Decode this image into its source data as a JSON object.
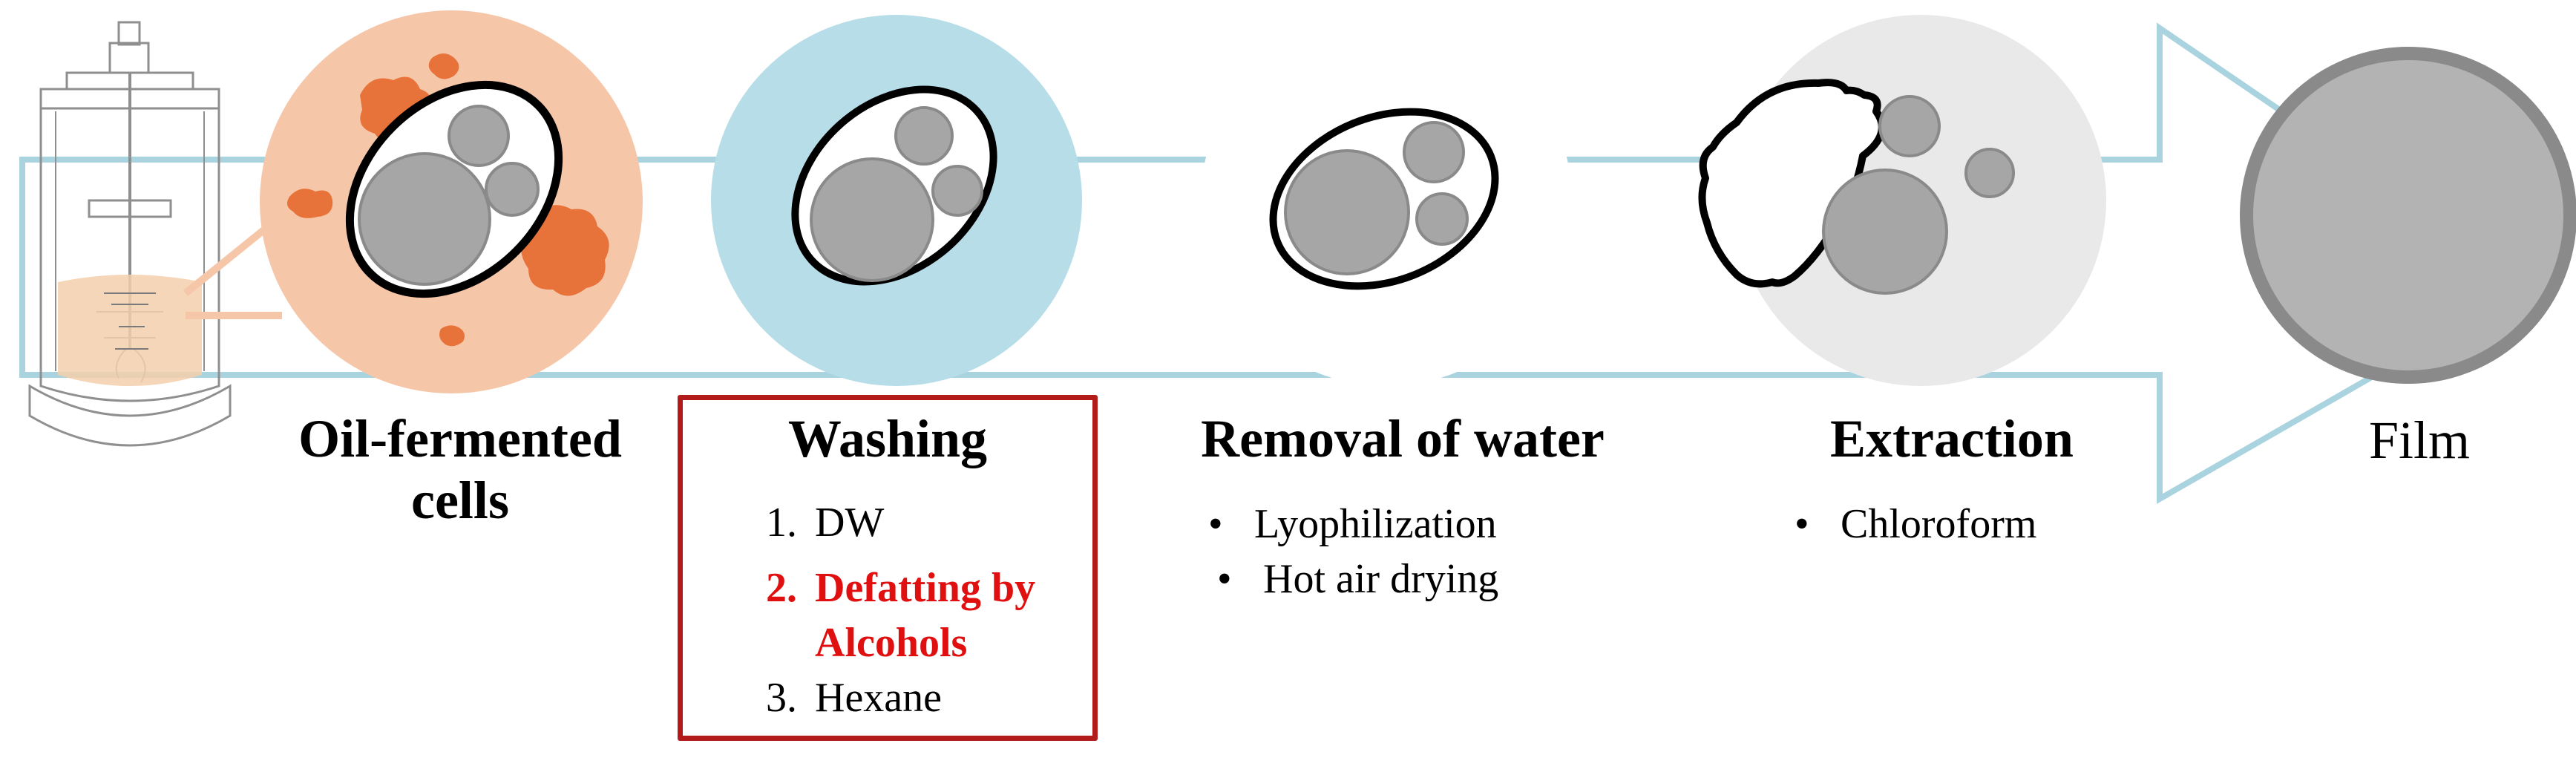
{
  "stages": [
    {
      "id": "oil-fermented",
      "title_line1": "Oil-fermented",
      "title_line2": "cells"
    },
    {
      "id": "washing",
      "title": "Washing",
      "steps": [
        {
          "num": "1.",
          "text": "DW"
        },
        {
          "num": "2.",
          "text_line1": "Defatting by",
          "text_line2": "Alcohols",
          "highlight": true
        },
        {
          "num": "3.",
          "text": "Hexane"
        }
      ]
    },
    {
      "id": "removal",
      "title": "Removal of water",
      "bullets": [
        "Lyophilization",
        "Hot air drying"
      ]
    },
    {
      "id": "extraction",
      "title": "Extraction",
      "bullets": [
        "Chloroform"
      ]
    },
    {
      "id": "film",
      "title": "Film"
    }
  ],
  "bullet_symbol": "•",
  "colors": {
    "arrow_outline": "#a9d3df",
    "oil_circle": "#f6c6a8",
    "oil_blob": "#e8733a",
    "wash_circle": "#b7dde8",
    "extract_circle": "#e9e9e9",
    "granule": "#a6a6a6",
    "film": "#b3b3b3",
    "film_rim": "#8a8a8a",
    "highlight_text": "#e01010",
    "box_border": "#b31b1b"
  }
}
